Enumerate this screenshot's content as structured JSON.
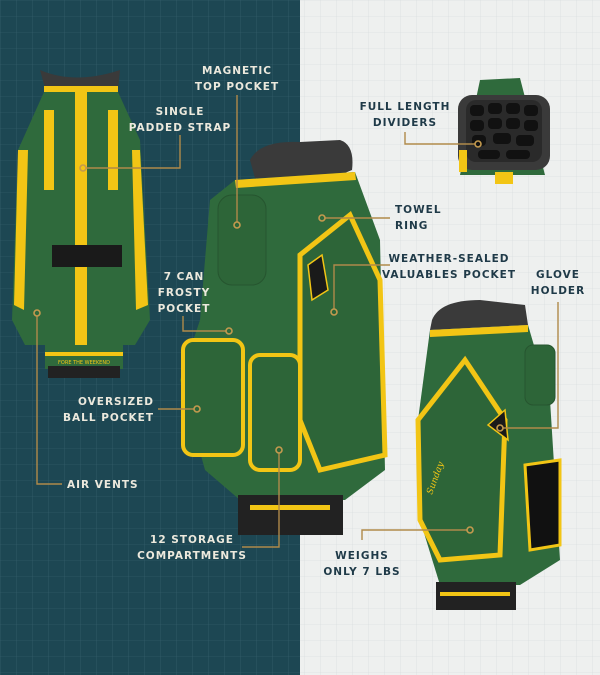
{
  "colors": {
    "left_bg": "#1d4753",
    "right_bg": "#eef0ef",
    "bag_green": "#2f6a3c",
    "bag_yellow": "#f2c515",
    "leader": "#b08a4a"
  },
  "callouts": {
    "magnetic_top_pocket": [
      "MAGNETIC",
      "TOP POCKET"
    ],
    "single_padded_strap": [
      "SINGLE",
      "PADDED STRAP"
    ],
    "frosty_pocket": [
      "7 CAN",
      "FROSTY",
      "POCKET"
    ],
    "ball_pocket": [
      "OVERSIZED",
      "BALL POCKET"
    ],
    "air_vents": [
      "AIR VENTS"
    ],
    "storage": [
      "12 STORAGE",
      "COMPARTMENTS"
    ],
    "dividers": [
      "FULL LENGTH",
      "DIVIDERS"
    ],
    "towel_ring": [
      "TOWEL",
      "RING"
    ],
    "valuables": [
      "WEATHER-SEALED",
      "VALUABLES POCKET"
    ],
    "glove_holder": [
      "GLOVE",
      "HOLDER"
    ],
    "weight": [
      "WEIGHS",
      "ONLY 7 LBS"
    ]
  },
  "bag_print": {
    "slogan": "FORE THE WEEKEND",
    "brand": "Sunday"
  }
}
